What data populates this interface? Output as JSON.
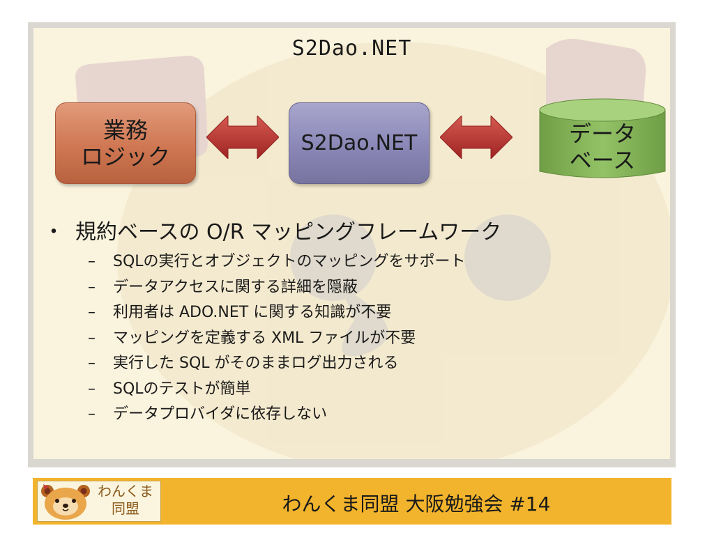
{
  "slide": {
    "title": "S2Dao.NET",
    "diagram": {
      "logic_label": "業務\nロジック",
      "s2dao_label": "S2Dao.NET",
      "db_label": "データ\nベース",
      "colors": {
        "logic": "#cf7752",
        "s2dao": "#8a87b7",
        "database": "#86b35b",
        "arrow": "#b8302e"
      }
    },
    "main_bullet": {
      "marker": "・",
      "text": "規約ベースの O/R マッピングフレームワーク"
    },
    "sub_marker": "–",
    "sub_bullets": [
      "SQLの実行とオブジェクトのマッピングをサポート",
      "データアクセスに関する詳細を隠蔽",
      "利用者は ADO.NET に関する知識が不要",
      "マッピングを定義する XML ファイルが不要",
      "実行した SQL がそのままログ出力される",
      "SQLのテストが簡単",
      "データプロバイダに依存しない"
    ]
  },
  "footer": {
    "logo_text": "わんくま\n同盟",
    "logo_icon": "bear-face-icon",
    "text": "わんくま同盟 大阪勉強会 #14",
    "background": "#f2b42c"
  }
}
